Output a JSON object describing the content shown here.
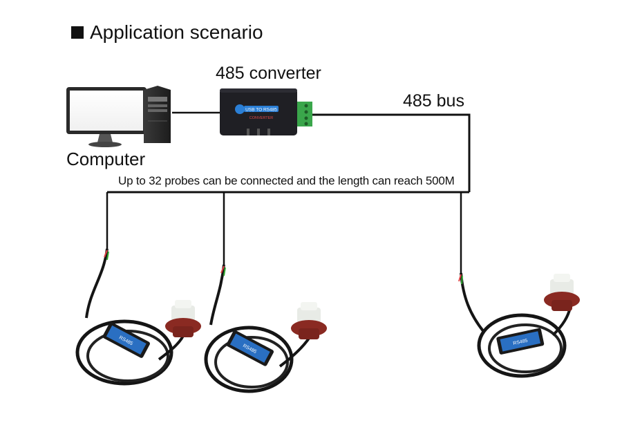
{
  "title": "Application scenario",
  "labels": {
    "converter": "485 converter",
    "bus": "485 bus",
    "computer": "Computer",
    "note": "Up to 32 probes can be connected and the length can reach 500M"
  },
  "converter_device": {
    "brand_text": "USB TO RS485",
    "sub_text": "CONVERTER"
  },
  "probe_body_text": "RS485",
  "colors": {
    "wire": "#111111",
    "converter_body": "#1f1f24",
    "converter_accent": "#2b7fd6",
    "terminal_green": "#3aa64b",
    "probe_connector": "#8a2a22",
    "probe_module": "#2a6fc2"
  },
  "icons": [
    "monitor-icon",
    "tower-pc-icon",
    "converter-device-icon",
    "probe-icon"
  ]
}
